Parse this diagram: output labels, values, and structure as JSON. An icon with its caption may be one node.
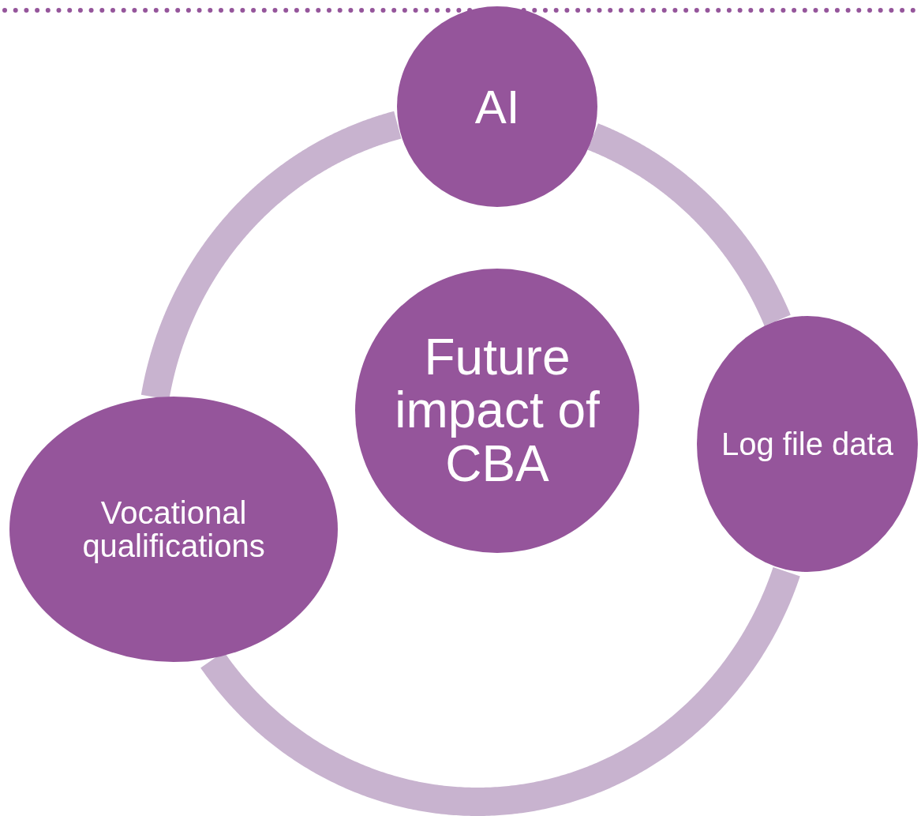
{
  "diagram": {
    "nodes": [
      {
        "text": [
          "Future impact of CBA"
        ]
      },
      {
        "text": [
          "AI"
        ]
      },
      {
        "text": [
          "Log file data"
        ]
      },
      {
        "text": [
          "Vocational qualifications"
        ]
      }
    ],
    "edges": [
      {
        "from": 1,
        "to": 2,
        "arrow": "none"
      },
      {
        "from": 2,
        "to": 3,
        "arrow": "none"
      },
      {
        "from": 3,
        "to": 1,
        "arrow": "none"
      }
    ]
  }
}
